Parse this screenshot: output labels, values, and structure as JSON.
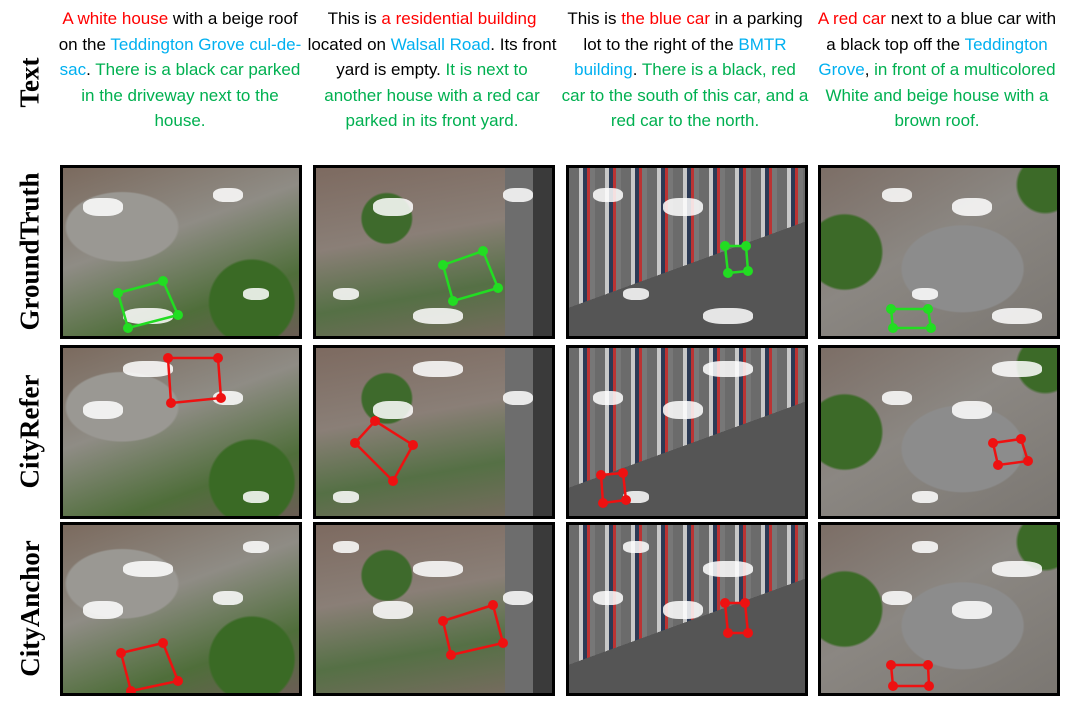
{
  "row_labels": {
    "text": "Text",
    "ground_truth": "GroundTruth",
    "cityrefer": "CityRefer",
    "cityanchor": "CityAnchor"
  },
  "colors": {
    "target": "#ff0000",
    "anchor": "#00b0f0",
    "context": "#00b050",
    "gt_box": "#22dd22",
    "pred_box": "#ee1111"
  },
  "captions": [
    {
      "segments": [
        {
          "t": "A white house",
          "c": "r"
        },
        {
          "t": " with a beige roof on the ",
          "c": "k"
        },
        {
          "t": "Teddington Grove cul-de-sac",
          "c": "b"
        },
        {
          "t": ". ",
          "c": "k"
        },
        {
          "t": "There is a black car parked in the driveway next to the house.",
          "c": "g"
        }
      ]
    },
    {
      "segments": [
        {
          "t": "This is ",
          "c": "k"
        },
        {
          "t": "a residential building",
          "c": "r"
        },
        {
          "t": " located on ",
          "c": "k"
        },
        {
          "t": "Walsall Road",
          "c": "b"
        },
        {
          "t": ". Its front yard is empty. ",
          "c": "k"
        },
        {
          "t": "It is next to another house with a red car parked in its front yard.",
          "c": "g"
        }
      ]
    },
    {
      "segments": [
        {
          "t": "This is ",
          "c": "k"
        },
        {
          "t": "the blue car",
          "c": "r"
        },
        {
          "t": " in a parking lot to the right of the ",
          "c": "k"
        },
        {
          "t": "BMTR building",
          "c": "b"
        },
        {
          "t": ". ",
          "c": "k"
        },
        {
          "t": "There is a black, red car to the south of this car, and a red car to the north.",
          "c": "g"
        }
      ]
    },
    {
      "segments": [
        {
          "t": "A red car",
          "c": "r"
        },
        {
          "t": " next to a blue car with a black top off the ",
          "c": "k"
        },
        {
          "t": "Teddington Grove",
          "c": "b"
        },
        {
          "t": ", ",
          "c": "k"
        },
        {
          "t": "in front of a multicolored White and beige house with a brown roof.",
          "c": "g"
        }
      ]
    }
  ]
}
